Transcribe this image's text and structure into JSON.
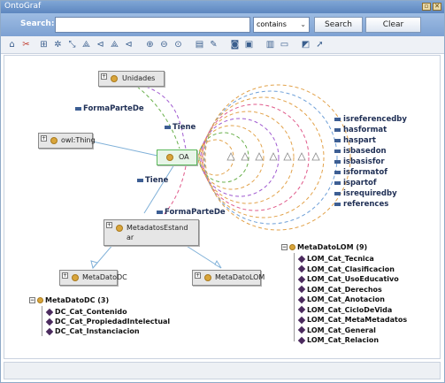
{
  "window": {
    "title": "OntoGraf"
  },
  "search": {
    "label": "Search:",
    "value": "",
    "mode": "contains",
    "search_button": "Search",
    "clear_button": "Clear"
  },
  "toolbar": {
    "tools": [
      "home-icon",
      "remove-icon",
      "grid-layout-icon",
      "radial-layout-icon",
      "spring-layout-icon",
      "tree-layout-icon",
      "horizontal-tree-icon",
      "vertical-tree-icon",
      "horizontal-tree2-icon",
      "zoom-in-icon",
      "zoom-out-icon",
      "zoom-fit-icon",
      "filter-icon",
      "filter-edit-icon",
      "snapshot-icon",
      "export-icon",
      "save-icon",
      "open-icon",
      "export-image-icon",
      "send-icon"
    ]
  },
  "graph": {
    "nodes": {
      "unidades": "Unidades",
      "owl_thing": "owl:Thing",
      "oa": "OA",
      "metadatos_estandar_1": "MetadatosEstand",
      "metadatos_estandar_2": "ar",
      "metadato_dc": "MetaDatoDC",
      "metadato_lom": "MetaDatoLOM"
    },
    "edge_labels": {
      "forma_parte_de_top": "FormaParteDe",
      "tiene_top": "Tiene",
      "tiene_left": "Tiene",
      "forma_parte_de_bottom": "FormaParteDe"
    },
    "relations": [
      "isreferencedby",
      "hasformat",
      "haspart",
      "isbasedon",
      "isbasisfor",
      "isformatof",
      "ispartof",
      "isrequiredby",
      "references"
    ]
  },
  "tree_dc": {
    "title": "MetaDatoDC (3)",
    "items": [
      "DC_Cat_Contenido",
      "DC_Cat_PropiedadIntelectual",
      "DC_Cat_Instanciacion"
    ]
  },
  "tree_lom": {
    "title": "MetaDatoLOM (9)",
    "items": [
      "LOM_Cat_Tecnica",
      "LOM_Cat_Clasificacion",
      "LOM_Cat_UsoEducativo",
      "LOM_Cat_Derechos",
      "LOM_Cat_Anotacion",
      "LOM_Cat_CicloDeVida",
      "LOM_Cat_MetaMetadatos",
      "LOM_Cat_General",
      "LOM_Cat_Relacion"
    ]
  },
  "colors": {
    "title_bar": "#6a92c9",
    "node_focus": "#e8f5e8",
    "node_dot": "#d9a53b",
    "arc_orange": "#e2a24a",
    "arc_purple": "#a05ad0",
    "arc_green": "#6ab04c",
    "arc_pink": "#e05a8a",
    "arc_blue": "#6fa0d8"
  }
}
